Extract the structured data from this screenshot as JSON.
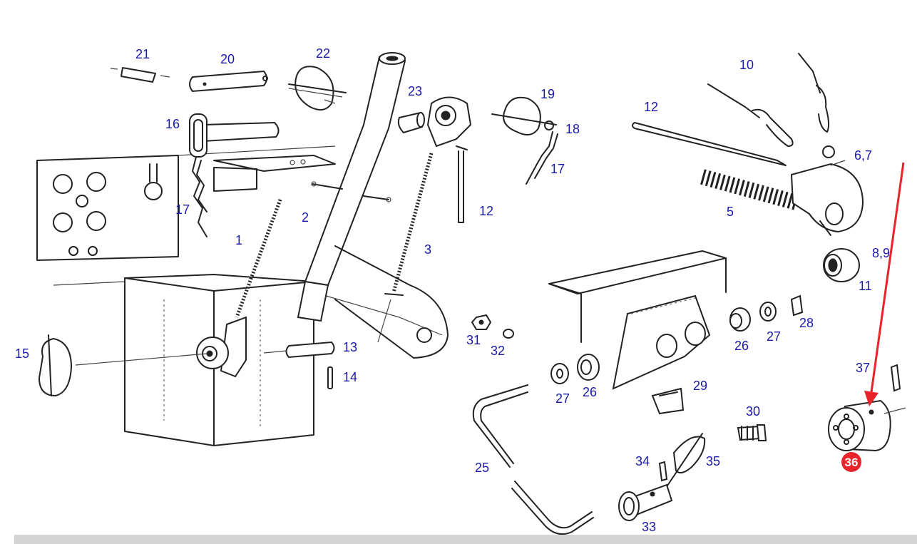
{
  "callouts": {
    "c21": "21",
    "c20": "20",
    "c22": "22",
    "c23": "23",
    "c19": "19",
    "c18": "18",
    "c16": "16",
    "c17a": "17",
    "c17b": "17",
    "c10": "10",
    "c12a": "12",
    "c12b": "12",
    "c67": "6,7",
    "c5": "5",
    "c89": "8,9",
    "c11": "11",
    "c1": "1",
    "c2": "2",
    "c3": "3",
    "c15": "15",
    "c13": "13",
    "c14": "14",
    "c31": "31",
    "c32": "32",
    "c27a": "27",
    "c26a": "26",
    "c27b": "27",
    "c26b": "26",
    "c28": "28",
    "c29": "29",
    "c30": "30",
    "c25": "25",
    "c34": "34",
    "c35": "35",
    "c33": "33",
    "c37": "37",
    "c36": "36"
  },
  "highlight": {
    "part": "36",
    "color": "#e8232a",
    "arrow_color": "#e8232a"
  },
  "colors": {
    "label": "#1a1aaa",
    "line": "#222222",
    "footer": "#d4d4d4"
  }
}
